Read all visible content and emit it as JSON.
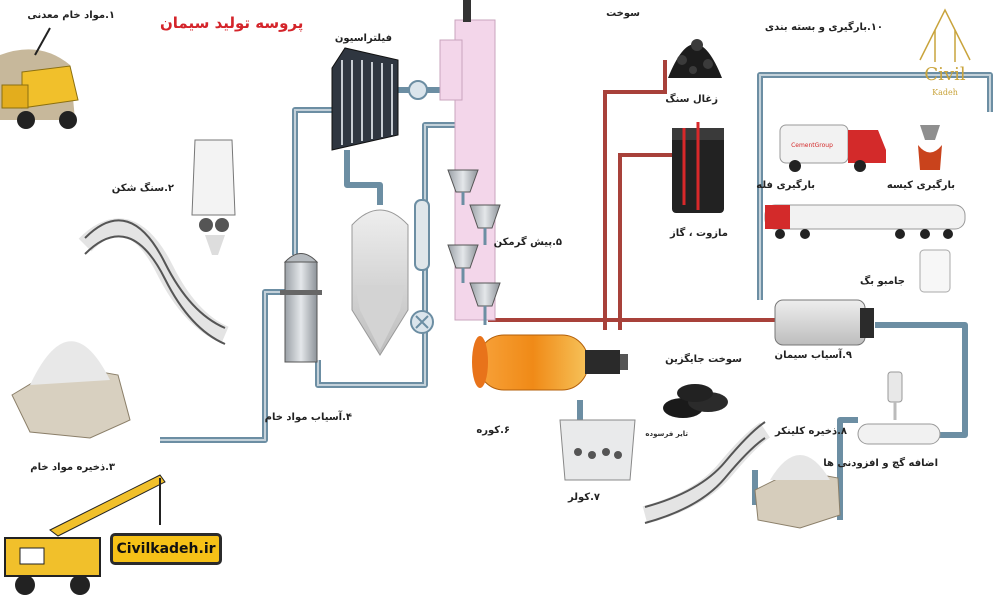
{
  "title": "پروسه تولید سیمان",
  "labels": {
    "raw_material": "۱.مواد خام معدنی",
    "crusher": "۲.سنگ شکن",
    "raw_storage": "۳.ذخیره مواد خام",
    "raw_mill": "۴.آسیاب مواد خام",
    "preheater": "۵.پیش گرمکن",
    "kiln": "۶.کوره",
    "cooler": "۷.کولر",
    "clinker_storage": "۸.ذخیره کلینکر",
    "cement_mill": "۹.آسیاب سیمان",
    "loading_packing": "۱۰.بارگیری و بسته بندی",
    "filter": "فیلتراسیون",
    "fuel": "سوخت",
    "coal": "زغال سنگ",
    "oil_gas": "مازوت ، گاز",
    "alt_fuel": "سوخت جایگزین",
    "worn_tires": "تایر فرسوده",
    "bulk_loading": "بارگیری فله",
    "bag_loading": "بارگیری کیسه",
    "jumbo_bag": "جامبو بگ",
    "gypsum": "اضافه گچ و افزودنی ها"
  },
  "logo": {
    "name": "Civil",
    "sub": "Kadeh"
  },
  "sign_text": "Civilkadeh.ir",
  "truck_text": "CementGroup",
  "colors": {
    "title": "#d4242a",
    "pipe": "#6c8ea3",
    "fuel_line": "#a8413a",
    "kiln": "#f08a17",
    "preheater_tower": "#f3d6ea",
    "logo": "#c9a43c",
    "sign": "#f6c117"
  }
}
